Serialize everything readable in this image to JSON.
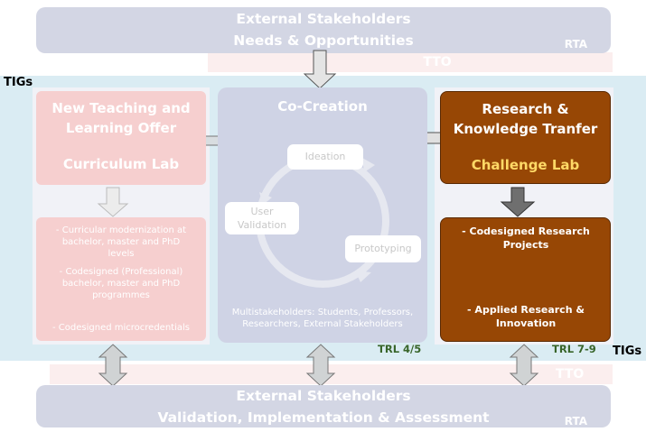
{
  "top_bar": {
    "line1": "External Stakeholders",
    "line2": "Needs & Opportunities",
    "rta": "RTA",
    "tto": "TTO"
  },
  "tigs_label": "TIGs",
  "left_column": {
    "title_line1": "New Teaching and",
    "title_line2": "Learning Offer",
    "subtitle": "Curriculum Lab",
    "items": [
      "- Curricular modernization at bachelor, master and PhD levels",
      "- Codesigned (Professional) bachelor, master and PhD programmes",
      "- Codesigned microcredentials"
    ]
  },
  "center_column": {
    "title": "Co-Creation",
    "cycle": {
      "ideation": "Ideation",
      "user_validation": "User Validation",
      "prototyping": "Prototyping"
    },
    "footer": "Multistakeholders: Students, Professors, Researchers, External Stakeholders",
    "trl": "TRL 4/5"
  },
  "right_column": {
    "title_line1": "Research &",
    "title_line2": "Knowledge Tranfer",
    "subtitle": "Challenge Lab",
    "items": [
      "- Codesigned Research Projects",
      "- Applied Research & Innovation"
    ],
    "trl": "TRL 7-9"
  },
  "bottom_bar": {
    "line1": "External Stakeholders",
    "line2": "Validation, Implementation & Assessment",
    "rta": "RTA",
    "tto": "TTO"
  },
  "colors": {
    "band": "#daecf3",
    "pink": "#f6cfcf",
    "brown": "#974705",
    "challenge_lab_text": "#ffd966",
    "stakeholder_bar": "#d3d6e4",
    "trl_text": "#38652a"
  }
}
